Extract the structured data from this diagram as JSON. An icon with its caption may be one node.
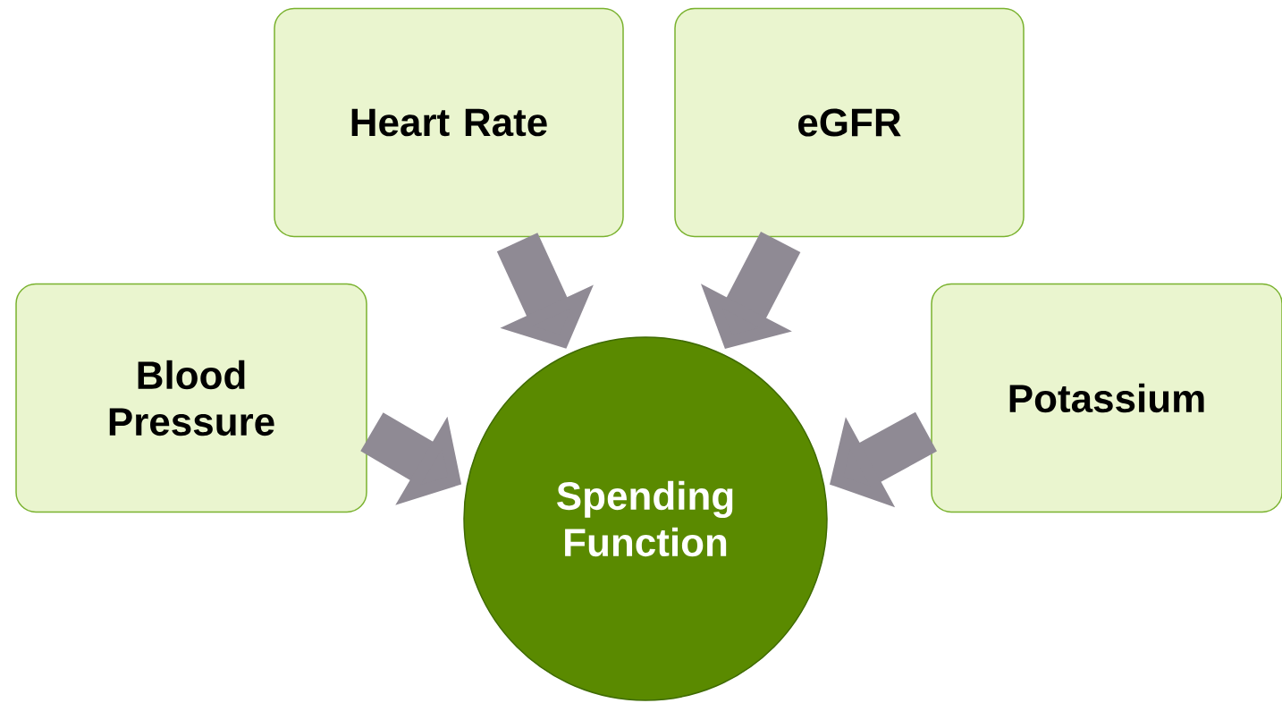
{
  "diagram": {
    "nodes": [
      {
        "text": [
          "Heart Rate"
        ]
      },
      {
        "text": [
          "eGFR"
        ]
      },
      {
        "text": [
          "Blood Pressure"
        ]
      },
      {
        "text": [
          "Potassium"
        ]
      },
      {
        "text": [
          "Spending Function"
        ]
      }
    ],
    "edges": [
      {
        "from": 0,
        "to": 4,
        "arrow": "to"
      },
      {
        "from": 1,
        "to": 4,
        "arrow": "to"
      },
      {
        "from": 2,
        "to": 4,
        "arrow": "to"
      },
      {
        "from": 3,
        "to": 4,
        "arrow": "to"
      }
    ]
  }
}
